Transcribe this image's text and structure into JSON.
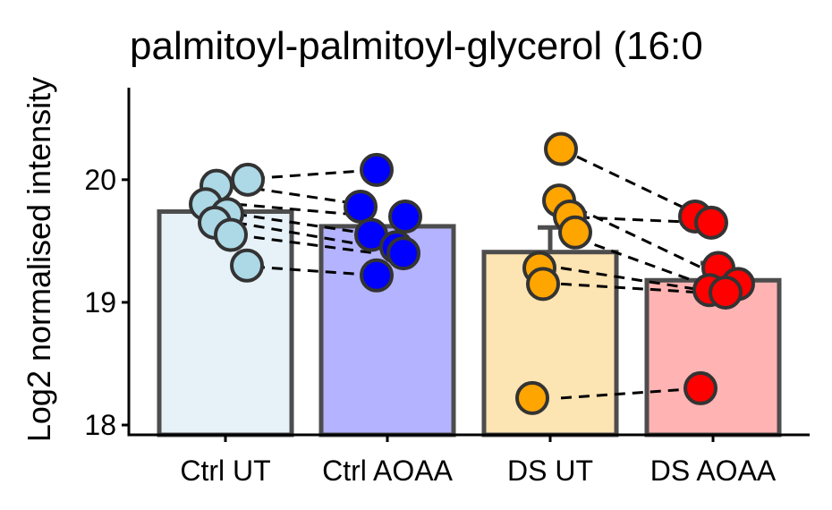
{
  "chart_data": {
    "type": "bar",
    "title": "palmitoyl-palmitoyl-glycerol (16:0",
    "xlabel": "",
    "ylabel": "Log2 normalised intensity",
    "ylim": [
      17.92,
      20.75
    ],
    "yticks": [
      18,
      19,
      20
    ],
    "grid": false,
    "legend": "none",
    "categories": [
      "Ctrl UT",
      "Ctrl AOAA",
      "DS UT",
      "DS AOAA"
    ],
    "values": [
      19.74,
      19.62,
      19.41,
      19.18
    ],
    "error_upper": [
      19.74,
      19.62,
      19.61,
      19.32
    ],
    "bar_fill_colors": [
      "#e6f1f8",
      "#b3b3ff",
      "#fde4b3",
      "#ffb3b3"
    ],
    "point_colors": [
      "#add8e6",
      "#0000ff",
      "#ffa500",
      "#ff0000"
    ],
    "outline_color": "#4d4d4d",
    "points": [
      {
        "category": "Ctrl UT",
        "values": [
          20.0,
          19.95,
          19.8,
          19.72,
          19.65,
          19.55,
          19.3
        ]
      },
      {
        "category": "Ctrl AOAA",
        "values": [
          20.08,
          19.78,
          19.7,
          19.55,
          19.45,
          19.4,
          19.22
        ]
      },
      {
        "category": "DS UT",
        "values": [
          20.25,
          19.83,
          19.7,
          19.57,
          19.28,
          19.15,
          18.22
        ]
      },
      {
        "category": "DS AOAA",
        "values": [
          19.7,
          19.65,
          19.28,
          19.15,
          19.1,
          19.08,
          18.3
        ]
      }
    ],
    "pairs": [
      {
        "from": "Ctrl UT",
        "to": "Ctrl AOAA",
        "lines": [
          [
            20.0,
            20.08
          ],
          [
            19.95,
            19.78
          ],
          [
            19.8,
            19.7
          ],
          [
            19.72,
            19.55
          ],
          [
            19.65,
            19.45
          ],
          [
            19.55,
            19.4
          ],
          [
            19.3,
            19.22
          ]
        ]
      },
      {
        "from": "DS UT",
        "to": "DS AOAA",
        "lines": [
          [
            20.25,
            19.7
          ],
          [
            19.83,
            19.28
          ],
          [
            19.7,
            19.65
          ],
          [
            19.57,
            19.15
          ],
          [
            19.28,
            19.1
          ],
          [
            19.15,
            19.08
          ],
          [
            18.22,
            18.3
          ]
        ]
      }
    ]
  }
}
